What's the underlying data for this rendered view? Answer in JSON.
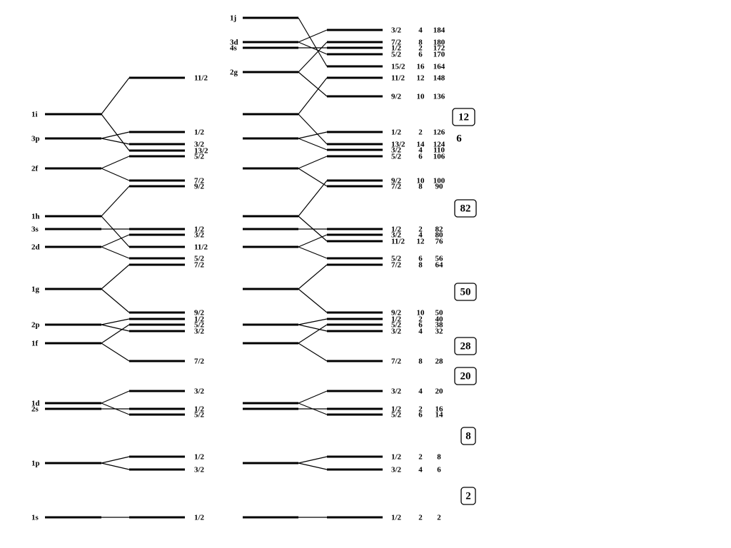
{
  "columns": {
    "left": {
      "levels": [
        {
          "name": "1s",
          "sub": [
            {
              "j": "1/2"
            }
          ]
        },
        {
          "name": "1p",
          "sub": [
            {
              "j": "1/2"
            },
            {
              "j": "3/2"
            }
          ]
        },
        {
          "name": "1d",
          "sub": [
            {
              "j": "3/2"
            },
            {
              "j": "5/2"
            }
          ]
        },
        {
          "name": "2s",
          "sub": [
            {
              "j": "1/2"
            }
          ]
        },
        {
          "name": "1f",
          "sub": [
            {
              "j": "5/2"
            },
            {
              "j": "7/2"
            }
          ]
        },
        {
          "name": "2p",
          "sub": [
            {
              "j": "1/2"
            },
            {
              "j": "3/2"
            }
          ]
        },
        {
          "name": "1g",
          "sub": [
            {
              "j": "7/2"
            },
            {
              "j": "9/2"
            }
          ]
        },
        {
          "name": "2d",
          "sub": [
            {
              "j": "3/2"
            },
            {
              "j": "5/2"
            }
          ]
        },
        {
          "name": "3s",
          "sub": [
            {
              "j": "1/2"
            }
          ]
        },
        {
          "name": "1h",
          "sub": [
            {
              "j": "9/2"
            },
            {
              "j": "11/2"
            }
          ]
        },
        {
          "name": "2f",
          "sub": [
            {
              "j": "5/2"
            },
            {
              "j": "7/2"
            }
          ]
        },
        {
          "name": "3p",
          "sub": [
            {
              "j": "1/2"
            },
            {
              "j": "3/2"
            }
          ]
        },
        {
          "name": "1i",
          "sub": [
            {
              "j": "11/2"
            },
            {
              "j": "13/2"
            }
          ]
        }
      ]
    },
    "right": {
      "levels": [
        {
          "name": "",
          "sub": [
            {
              "j": "1/2",
              "n": "2",
              "cum": "2"
            }
          ]
        },
        {
          "name": "",
          "sub": [
            {
              "j": "1/2",
              "n": "2",
              "cum": "8"
            },
            {
              "j": "3/2",
              "n": "4",
              "cum": "6"
            }
          ]
        },
        {
          "name": "",
          "sub": [
            {
              "j": "3/2",
              "n": "4",
              "cum": "20"
            },
            {
              "j": "5/2",
              "n": "6",
              "cum": "14"
            }
          ]
        },
        {
          "name": "",
          "sub": [
            {
              "j": "1/2",
              "n": "2",
              "cum": "16"
            }
          ]
        },
        {
          "name": "",
          "sub": [
            {
              "j": "5/2",
              "n": "6",
              "cum": "38"
            },
            {
              "j": "7/2",
              "n": "8",
              "cum": "28"
            }
          ]
        },
        {
          "name": "",
          "sub": [
            {
              "j": "1/2",
              "n": "2",
              "cum": "40"
            },
            {
              "j": "3/2",
              "n": "4",
              "cum": "32"
            }
          ]
        },
        {
          "name": "",
          "sub": [
            {
              "j": "7/2",
              "n": "8",
              "cum": "64"
            },
            {
              "j": "9/2",
              "n": "10",
              "cum": "50"
            }
          ]
        },
        {
          "name": "",
          "sub": [
            {
              "j": "3/2",
              "n": "4",
              "cum": "80"
            },
            {
              "j": "5/2",
              "n": "6",
              "cum": "56"
            }
          ]
        },
        {
          "name": "",
          "sub": [
            {
              "j": "1/2",
              "n": "2",
              "cum": "82"
            }
          ]
        },
        {
          "name": "",
          "sub": [
            {
              "j": "9/2",
              "n": "10",
              "cum": "100"
            },
            {
              "j": "11/2",
              "n": "12",
              "cum": "76"
            }
          ]
        },
        {
          "name": "",
          "sub": [
            {
              "j": "5/2",
              "n": "6",
              "cum": "106"
            },
            {
              "j": "7/2",
              "n": "8",
              "cum": "90"
            }
          ]
        },
        {
          "name": "",
          "sub": [
            {
              "j": "1/2",
              "n": "2",
              "cum": "126"
            },
            {
              "j": "3/2",
              "n": "4",
              "cum": "110"
            }
          ]
        },
        {
          "name": "",
          "sub": [
            {
              "j": "11/2",
              "n": "12",
              "cum": "148"
            },
            {
              "j": "13/2",
              "n": "14",
              "cum": "124"
            }
          ]
        },
        {
          "name": "2g",
          "sub": [
            {
              "j": "7/2",
              "n": "8",
              "cum": "180"
            },
            {
              "j": "9/2",
              "n": "10",
              "cum": "136"
            }
          ]
        },
        {
          "name": "3d",
          "sub": [
            {
              "j": "3/2",
              "n": "4",
              "cum": "184"
            },
            {
              "j": "5/2",
              "n": "6",
              "cum": "170"
            }
          ]
        },
        {
          "name": "4s",
          "sub": [
            {
              "j": "1/2",
              "n": "2",
              "cum": "172"
            }
          ]
        },
        {
          "name": "1j",
          "sub": [
            {
              "j": "15/2",
              "n": "16",
              "cum": "164"
            }
          ]
        }
      ]
    }
  },
  "magic_numbers": [
    "2",
    "8",
    "20",
    "28",
    "50",
    "82",
    "12",
    "6"
  ]
}
